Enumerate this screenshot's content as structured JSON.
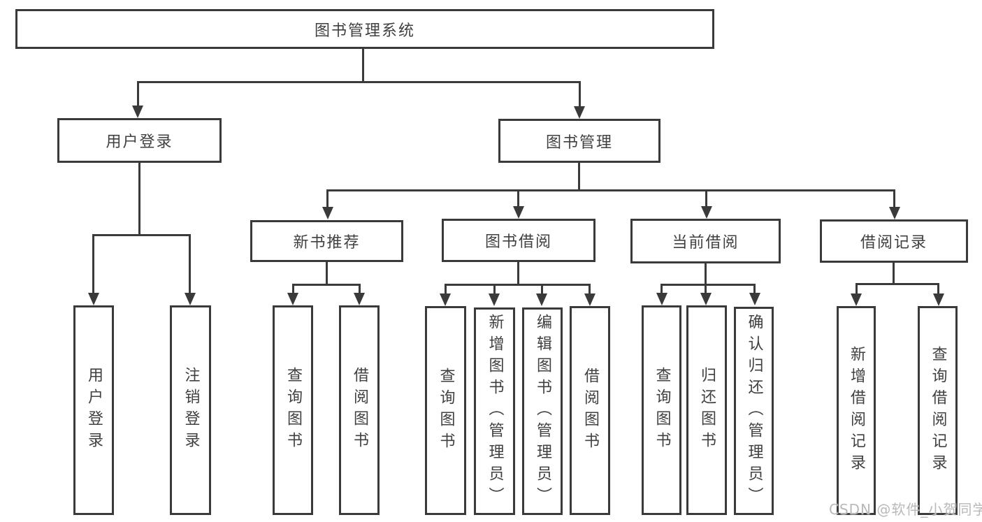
{
  "colors": {
    "line": "#3a3a3a",
    "text": "#404040",
    "background": "#ffffff",
    "watermark": "#b9b9b9"
  },
  "nodes": {
    "root": "图书管理系统",
    "level2": [
      "用户登录",
      "图书管理"
    ],
    "level3": [
      "新书推荐",
      "图书借阅",
      "当前借阅",
      "借阅记录"
    ],
    "leaves": [
      "用户登录",
      "注销登录",
      "查询图书",
      "借阅图书",
      "查询图书",
      "新增图书（管理员）",
      "编辑图书（管理员）",
      "借阅图书",
      "查询图书",
      "归还图书",
      "确认归还（管理员）",
      "新增借阅记录",
      "查询借阅记录"
    ]
  },
  "watermark": "CSDN @软件_小贺同学"
}
